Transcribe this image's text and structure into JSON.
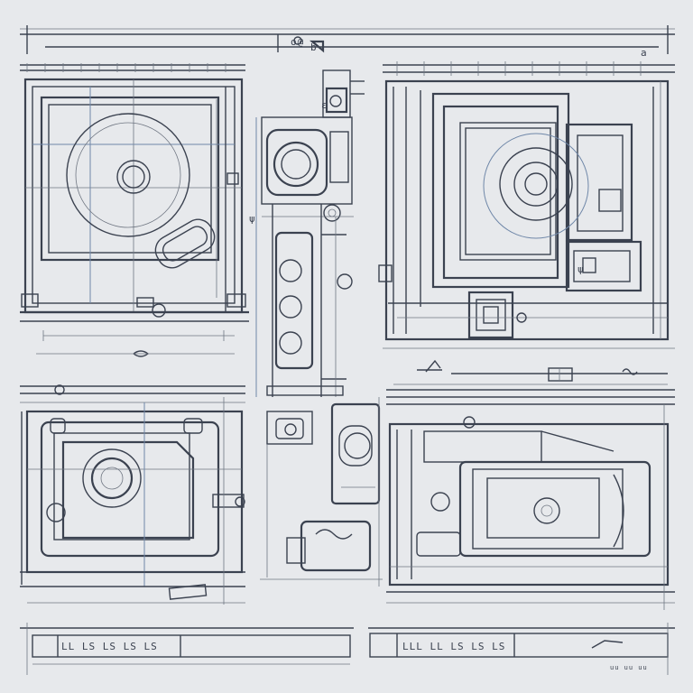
{
  "sheet": {
    "background": "#e7e9ec",
    "ink_color": "#3b4250",
    "faint_color": "#6f87a8"
  },
  "header": {
    "label_top_center": "o@",
    "label_right_center": "b",
    "label_top_right": "a"
  },
  "views": [
    {
      "label": "ψ"
    },
    {
      "label": "ε"
    },
    {
      "label": "ψ"
    }
  ],
  "title_block": {
    "left_scribble": "LL LS LS LS LS",
    "right_scribble": "LLL LL LS LS LS",
    "corner_scribble": "uu uu uu"
  },
  "icons": [
    "camera-lens-icon",
    "circular-port-icon",
    "connector-icon"
  ]
}
